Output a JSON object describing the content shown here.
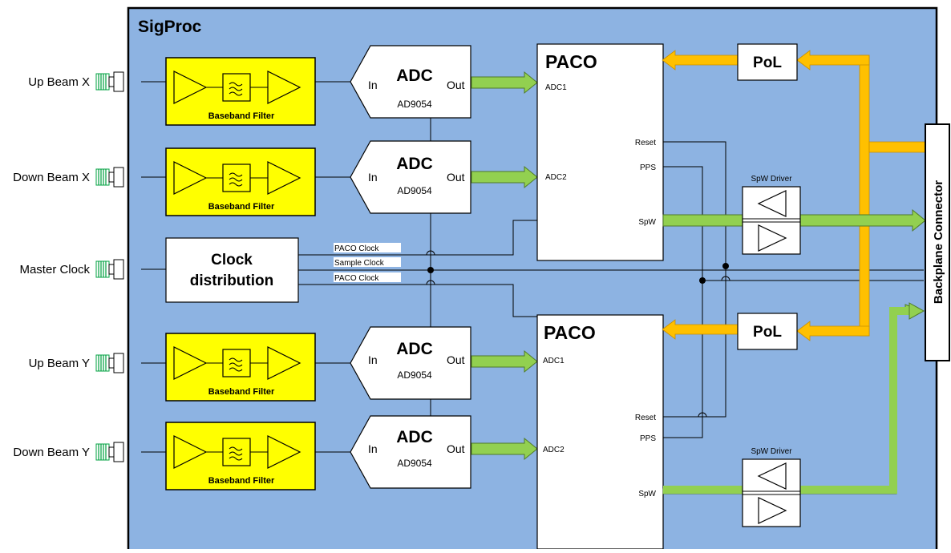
{
  "title": "SigProc",
  "inputs": [
    "Up Beam X",
    "Down Beam X",
    "Master Clock",
    "Up Beam Y",
    "Down Beam Y"
  ],
  "filter_label": "Baseband Filter",
  "adc": {
    "title": "ADC",
    "in": "In",
    "out": "Out",
    "part": "AD9054"
  },
  "clock": {
    "line1": "Clock",
    "line2": "distribution"
  },
  "clock_signals": [
    "PACO Clock",
    "Sample Clock",
    "PACO Clock"
  ],
  "paco": {
    "title": "PACO",
    "adc1": "ADC1",
    "adc2": "ADC2",
    "reset": "Reset",
    "pps": "PPS",
    "spw": "SpW"
  },
  "pol": "PoL",
  "spw_driver": "SpW Driver",
  "backplane": "Backplane Connector",
  "colors": {
    "board": "#8db3e2",
    "filter": "#ffff00",
    "data_arrow": "#92d050",
    "power_arrow": "#ffc000",
    "connector": "#00b050"
  }
}
